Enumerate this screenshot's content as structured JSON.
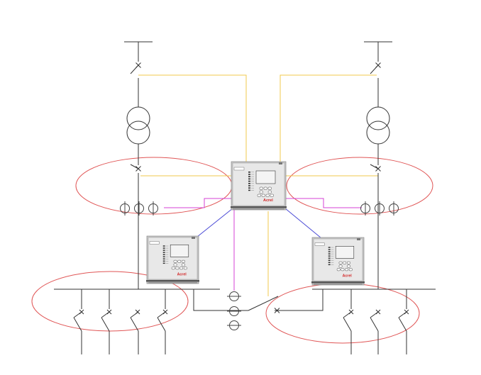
{
  "colors": {
    "line": "#333333",
    "zone": "#e05555",
    "signal_feeder": "#f2c94c",
    "signal_ct": "#d442d4",
    "signal_comm": "#4a4ad6",
    "relay_body": "#e8e8e8",
    "relay_frame": "#c9c9c9",
    "relay_screen": "#f4f4f4",
    "brand": "#d21f1f"
  },
  "relays": [
    {
      "id": "relay-main",
      "brand": "Acrel"
    },
    {
      "id": "relay-left",
      "brand": "Acrel"
    },
    {
      "id": "relay-right",
      "brand": "Acrel"
    }
  ],
  "icons": [
    "disconnect-switch-icon",
    "transformer-icon",
    "current-transformer-icon",
    "circuit-breaker-icon",
    "busbar-icon"
  ]
}
